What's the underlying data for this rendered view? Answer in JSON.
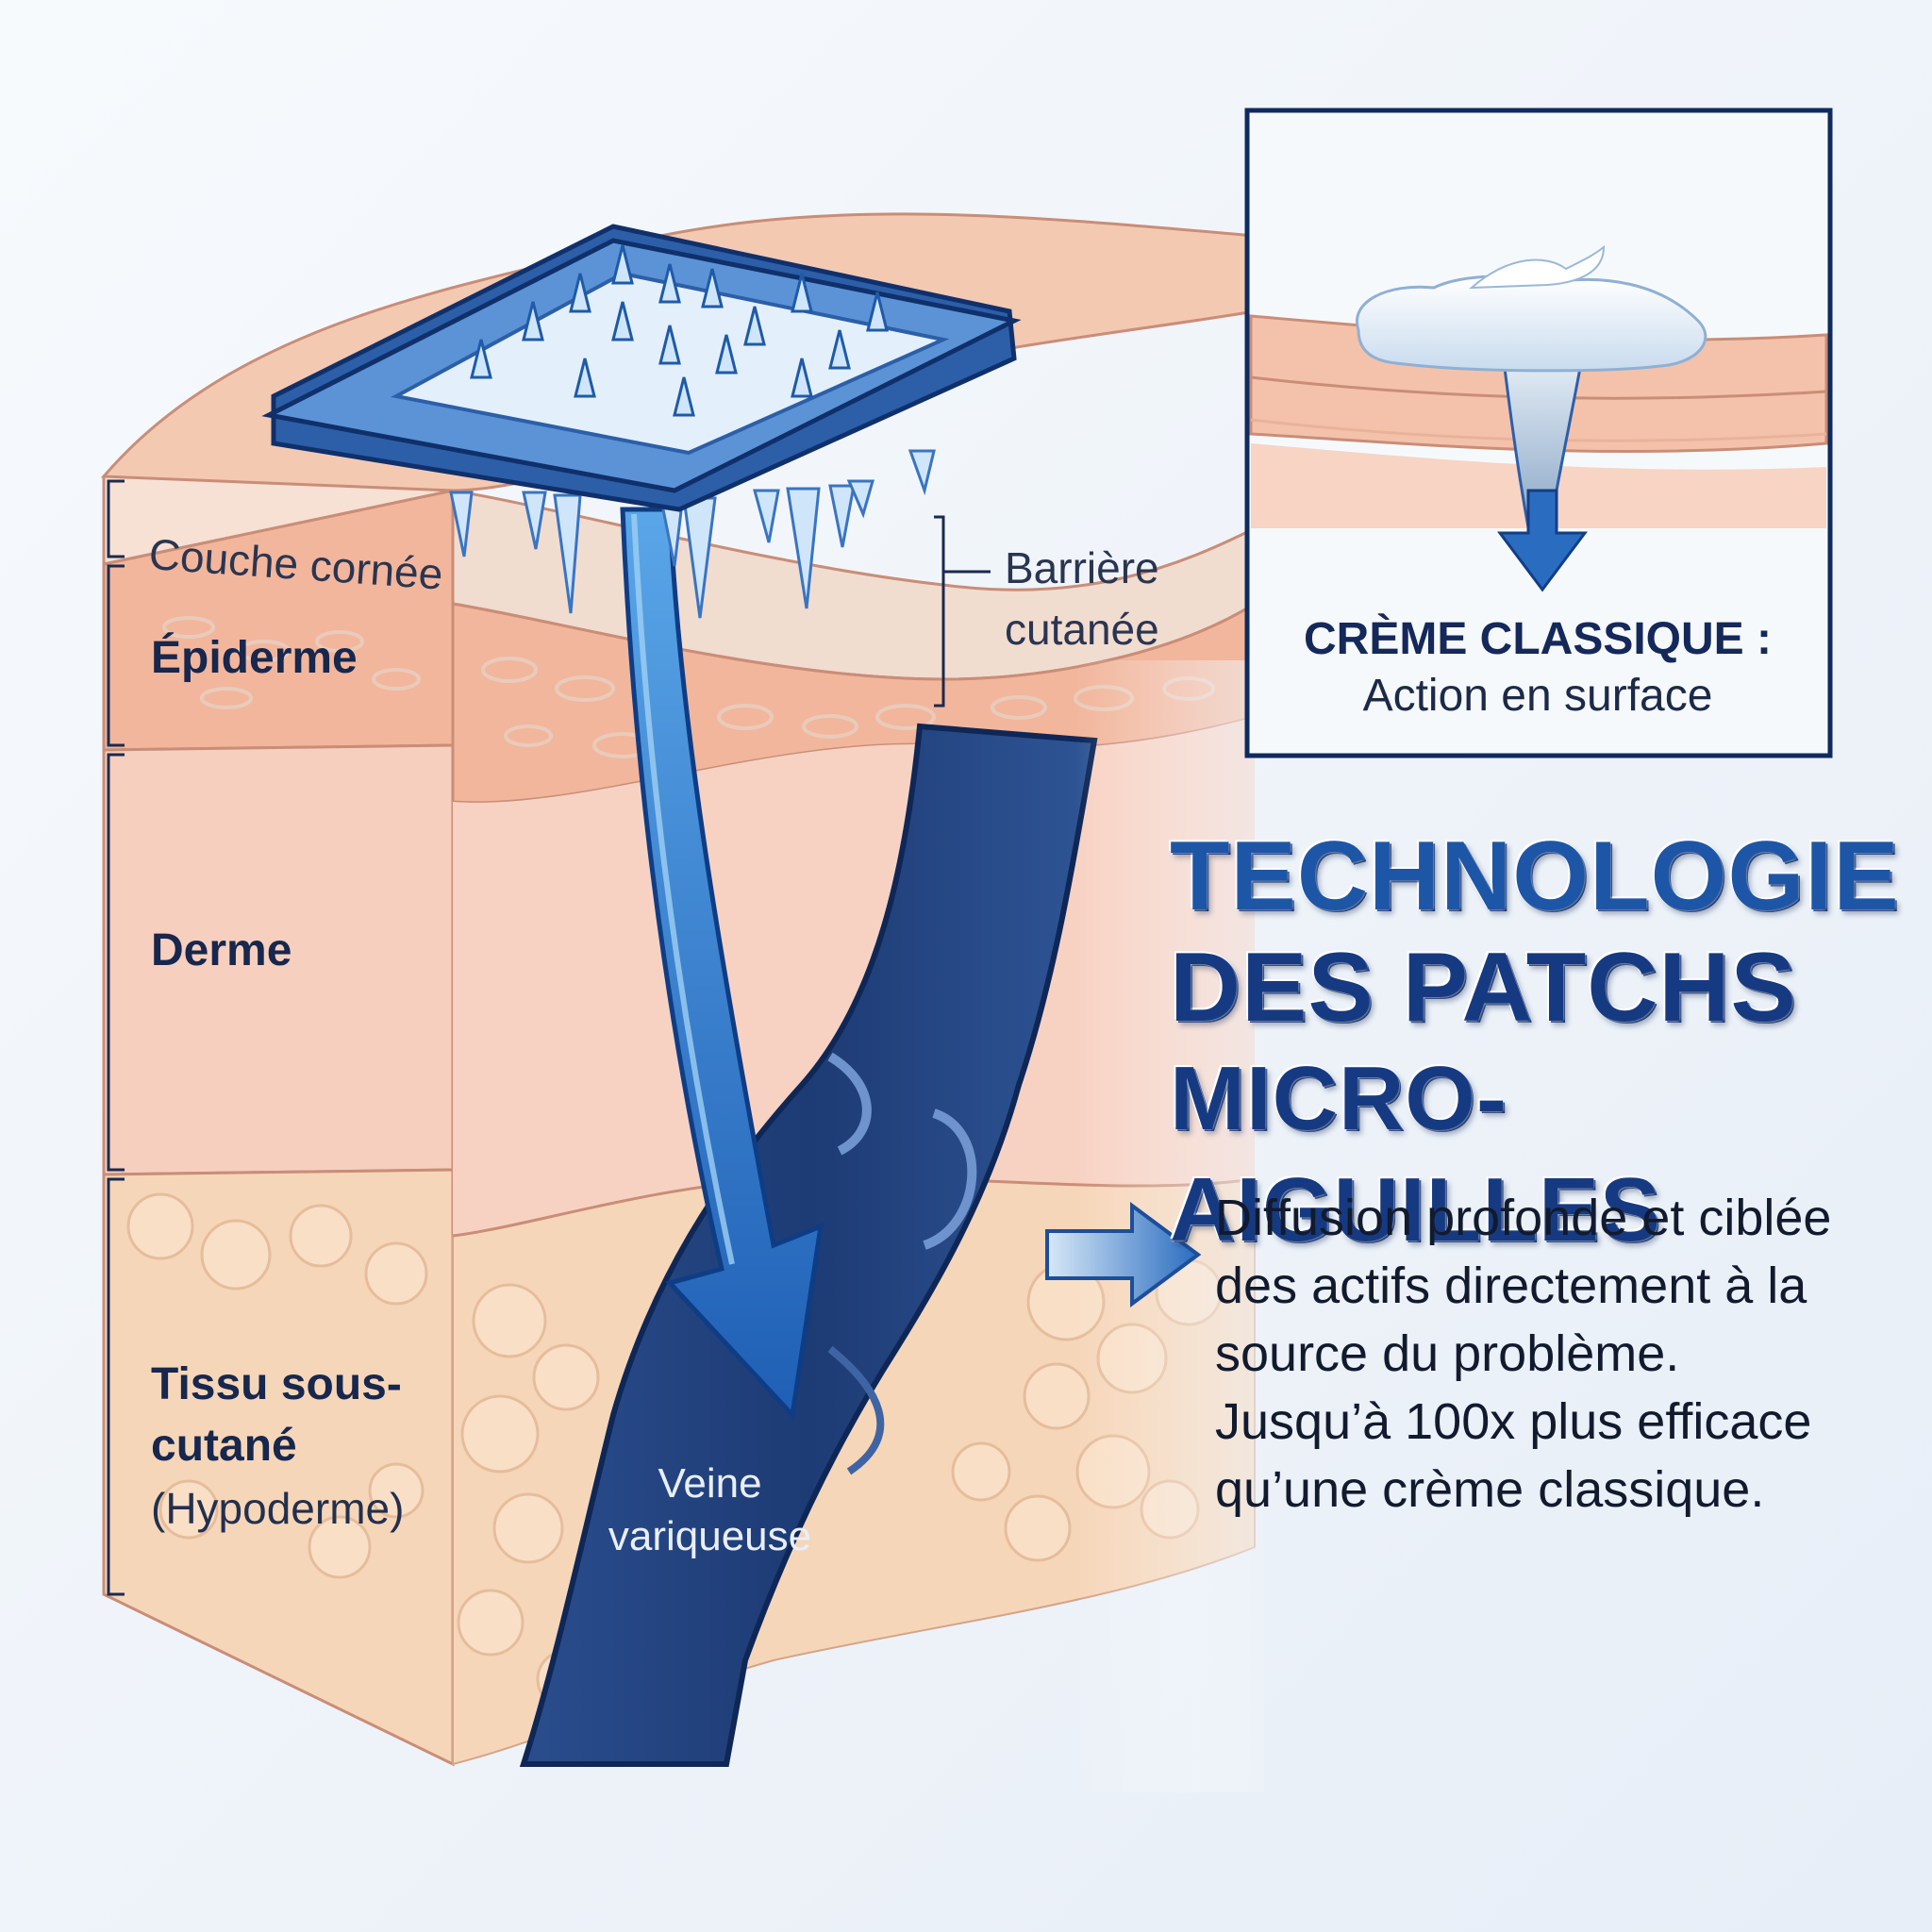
{
  "layers": {
    "couche_cornee": "Couche cornée",
    "epiderme": "Épiderme",
    "derme": "Derme",
    "tissu_line1": "Tissu sous-",
    "tissu_line2": "cutané",
    "tissu_line3": "(Hypoderme)"
  },
  "barrier": {
    "line1": "Barrière",
    "line2": "cutanée"
  },
  "vein": {
    "line1": "Veine",
    "line2": "variqueuse"
  },
  "inset": {
    "title": "CRÈME CLASSIQUE :",
    "subtitle": "Action en surface"
  },
  "headline": {
    "line1": "TECHNOLOGIE",
    "line2": "DES PATCHS",
    "line3": "MICRO-AIGUILLES"
  },
  "description": {
    "line1": "Diffusion profonde et ciblée",
    "line2": "des actifs directement à la",
    "line3": "source du problème.",
    "line4": "Jusqu’à 100x plus efficace",
    "line5": "qu’une crème classique."
  },
  "colors": {
    "skin_epiderme": "#f4bfa4",
    "skin_derme": "#f8d3c4",
    "skin_hypoderme": "#f7d6b8",
    "patch_blue": "#4f86cf",
    "vein_dark": "#1f3f7a",
    "arrow_blue": "#2a6cc0",
    "text_navy": "#17274d"
  }
}
